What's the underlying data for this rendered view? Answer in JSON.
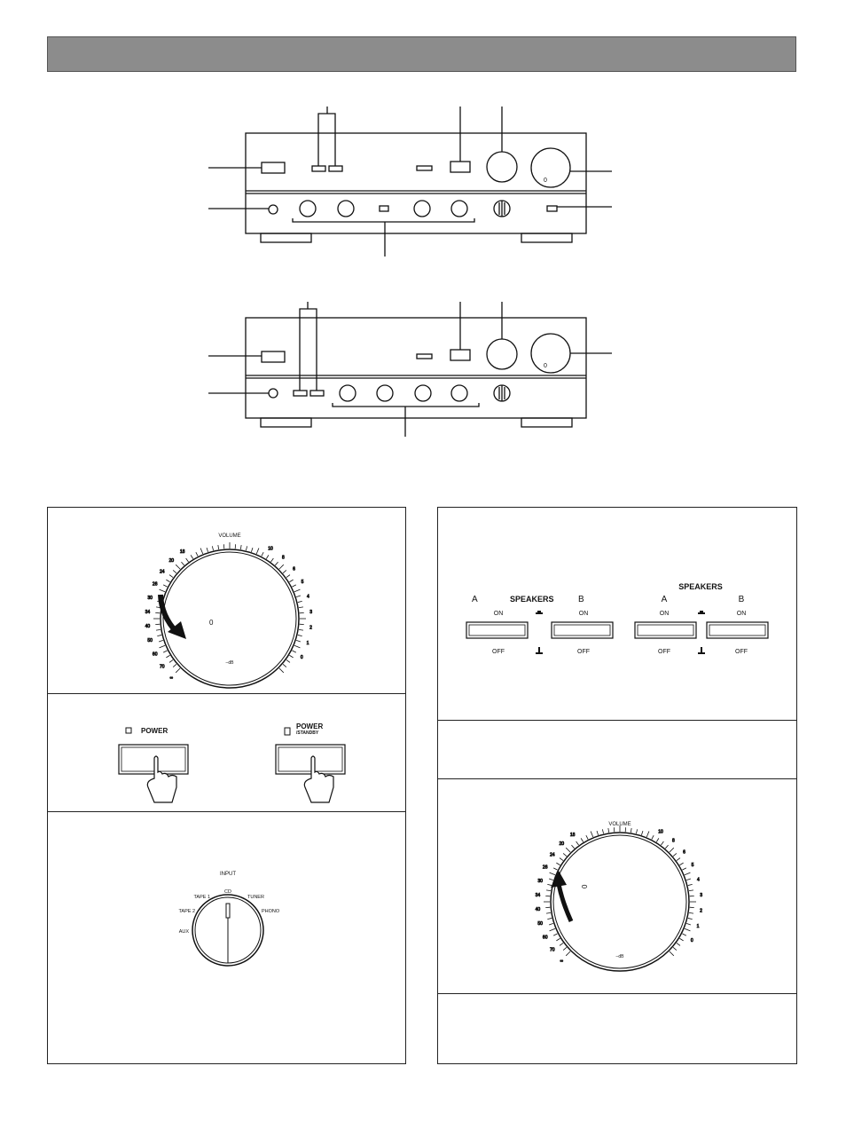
{
  "volume_dial": {
    "title": "VOLUME",
    "unit": "–dB",
    "marks_left": [
      "∞",
      "70",
      "60",
      "50",
      "40",
      "34",
      "30",
      "26",
      "24",
      "20",
      "18"
    ],
    "marks_right": [
      "10",
      "8",
      "6",
      "5",
      "4",
      "3",
      "2",
      "1",
      "0"
    ]
  },
  "power": {
    "label_1": "POWER",
    "label_2_main": "POWER",
    "label_2_sub": "/STANDBY"
  },
  "input_selector": {
    "title": "INPUT",
    "options": [
      "AUX",
      "TAPE 2",
      "TAPE 1",
      "CD",
      "TUNER",
      "PHONO"
    ]
  },
  "speakers": {
    "label": "SPEAKERS",
    "a": "A",
    "b": "B",
    "on": "ON",
    "off": "OFF"
  },
  "icons": [
    "amplifier-front-panel",
    "volume-knob",
    "rotation-arrow",
    "pointing-hand",
    "input-selector-knob",
    "push-switch"
  ]
}
